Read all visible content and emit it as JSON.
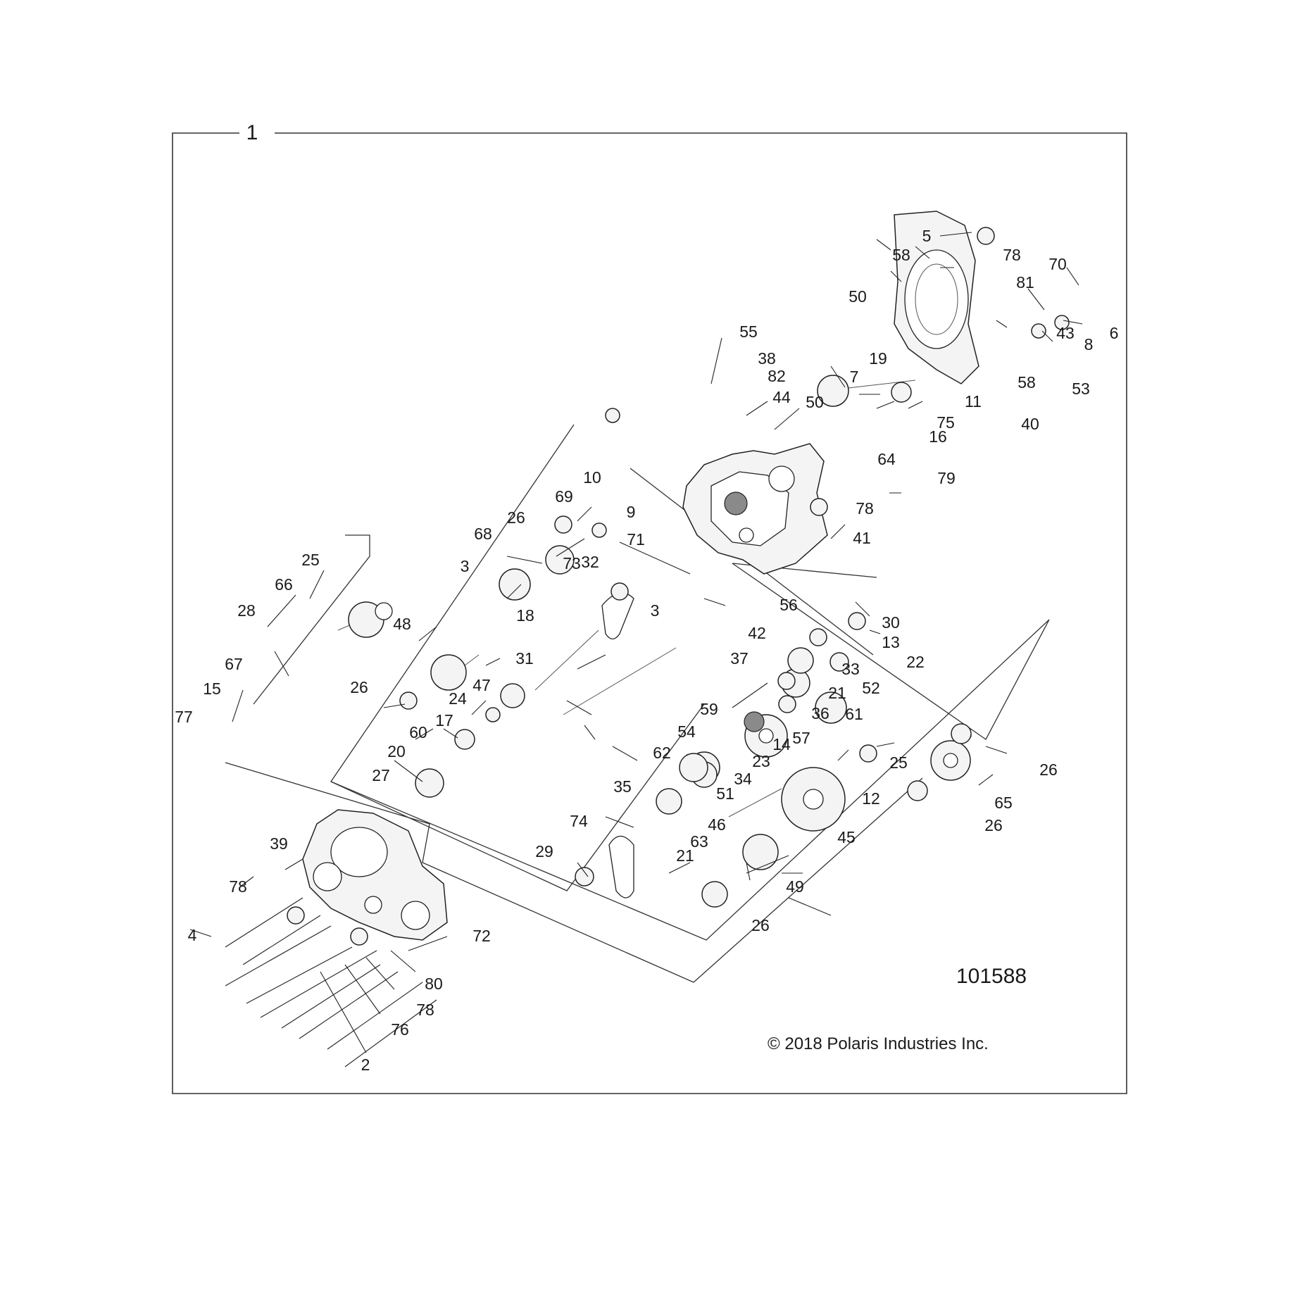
{
  "assembly_number": "1",
  "reference_number": "101588",
  "copyright": "© 2018 Polaris Industries Inc.",
  "callouts": [
    {
      "id": "c5",
      "text": "5"
    },
    {
      "id": "c58a",
      "text": "58"
    },
    {
      "id": "c78a",
      "text": "78"
    },
    {
      "id": "c70",
      "text": "70"
    },
    {
      "id": "c50a",
      "text": "50"
    },
    {
      "id": "c81",
      "text": "81"
    },
    {
      "id": "c6",
      "text": "6"
    },
    {
      "id": "c8",
      "text": "8"
    },
    {
      "id": "c43",
      "text": "43"
    },
    {
      "id": "c55",
      "text": "55"
    },
    {
      "id": "c38",
      "text": "38"
    },
    {
      "id": "c82",
      "text": "82"
    },
    {
      "id": "c44",
      "text": "44"
    },
    {
      "id": "c50b",
      "text": "50"
    },
    {
      "id": "c19",
      "text": "19"
    },
    {
      "id": "c7",
      "text": "7"
    },
    {
      "id": "c58b",
      "text": "58"
    },
    {
      "id": "c53",
      "text": "53"
    },
    {
      "id": "c11",
      "text": "11"
    },
    {
      "id": "c75",
      "text": "75"
    },
    {
      "id": "c40",
      "text": "40"
    },
    {
      "id": "c16",
      "text": "16"
    },
    {
      "id": "c64",
      "text": "64"
    },
    {
      "id": "c79",
      "text": "79"
    },
    {
      "id": "c10",
      "text": "10"
    },
    {
      "id": "c69",
      "text": "69"
    },
    {
      "id": "c9",
      "text": "9"
    },
    {
      "id": "c78b",
      "text": "78"
    },
    {
      "id": "c26a",
      "text": "26"
    },
    {
      "id": "c68",
      "text": "68"
    },
    {
      "id": "c71",
      "text": "71"
    },
    {
      "id": "c41",
      "text": "41"
    },
    {
      "id": "c3a",
      "text": "3"
    },
    {
      "id": "c32",
      "text": "32"
    },
    {
      "id": "c73",
      "text": "73"
    },
    {
      "id": "c3b",
      "text": "3"
    },
    {
      "id": "c56",
      "text": "56"
    },
    {
      "id": "c25a",
      "text": "25"
    },
    {
      "id": "c66",
      "text": "66"
    },
    {
      "id": "c30",
      "text": "30"
    },
    {
      "id": "c42",
      "text": "42"
    },
    {
      "id": "c13",
      "text": "13"
    },
    {
      "id": "c28",
      "text": "28"
    },
    {
      "id": "c48",
      "text": "48"
    },
    {
      "id": "c18",
      "text": "18"
    },
    {
      "id": "c37",
      "text": "37"
    },
    {
      "id": "c22",
      "text": "22"
    },
    {
      "id": "c33",
      "text": "33"
    },
    {
      "id": "c31",
      "text": "31"
    },
    {
      "id": "c67",
      "text": "67"
    },
    {
      "id": "c21a",
      "text": "21"
    },
    {
      "id": "c52",
      "text": "52"
    },
    {
      "id": "c26b",
      "text": "26"
    },
    {
      "id": "c47",
      "text": "47"
    },
    {
      "id": "c15",
      "text": "15"
    },
    {
      "id": "c24",
      "text": "24"
    },
    {
      "id": "c59",
      "text": "59"
    },
    {
      "id": "c61",
      "text": "61"
    },
    {
      "id": "c36",
      "text": "36"
    },
    {
      "id": "c77",
      "text": "77"
    },
    {
      "id": "c17",
      "text": "17"
    },
    {
      "id": "c57",
      "text": "57"
    },
    {
      "id": "c54",
      "text": "54"
    },
    {
      "id": "c60",
      "text": "60"
    },
    {
      "id": "c14",
      "text": "14"
    },
    {
      "id": "c62",
      "text": "62"
    },
    {
      "id": "c23",
      "text": "23"
    },
    {
      "id": "c25b",
      "text": "25"
    },
    {
      "id": "c26c",
      "text": "26"
    },
    {
      "id": "c20",
      "text": "20"
    },
    {
      "id": "c34",
      "text": "34"
    },
    {
      "id": "c27",
      "text": "27"
    },
    {
      "id": "c35",
      "text": "35"
    },
    {
      "id": "c51",
      "text": "51"
    },
    {
      "id": "c12",
      "text": "12"
    },
    {
      "id": "c65",
      "text": "65"
    },
    {
      "id": "c26d",
      "text": "26"
    },
    {
      "id": "c74",
      "text": "74"
    },
    {
      "id": "c46",
      "text": "46"
    },
    {
      "id": "c45",
      "text": "45"
    },
    {
      "id": "c39",
      "text": "39"
    },
    {
      "id": "c63",
      "text": "63"
    },
    {
      "id": "c29",
      "text": "29"
    },
    {
      "id": "c21b",
      "text": "21"
    },
    {
      "id": "c49",
      "text": "49"
    },
    {
      "id": "c78c",
      "text": "78"
    },
    {
      "id": "c26e",
      "text": "26"
    },
    {
      "id": "c4",
      "text": "4"
    },
    {
      "id": "c72",
      "text": "72"
    },
    {
      "id": "c80",
      "text": "80"
    },
    {
      "id": "c78d",
      "text": "78"
    },
    {
      "id": "c76",
      "text": "76"
    },
    {
      "id": "c2",
      "text": "2"
    }
  ]
}
